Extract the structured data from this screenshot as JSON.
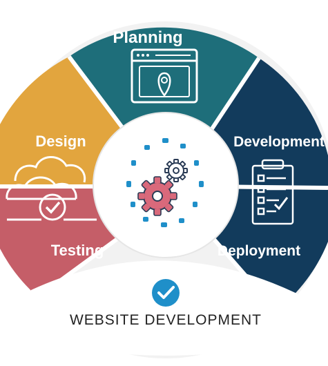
{
  "diagram": {
    "title": "WEBSITE DEVELOPMENT",
    "segments": [
      {
        "id": "planning",
        "label": "Planning",
        "color": "#1E6E7A",
        "icon": "browser-location-icon"
      },
      {
        "id": "development",
        "label": "Development",
        "color": "#123B5C",
        "icon": "code-icon"
      },
      {
        "id": "deployment",
        "label": "Deployment",
        "color": "#123B5C",
        "icon": "clipboard-checklist-icon"
      },
      {
        "id": "testing",
        "label": "Testing",
        "color": "#C55E68",
        "icon": "cloud-check-icon"
      },
      {
        "id": "design",
        "label": "Design",
        "color": "#E2A53E",
        "icon": "cloud-icon"
      }
    ],
    "center_icon": "gears-icon",
    "footer_icon": "check-badge-icon",
    "colors": {
      "planning": "#1E6E7A",
      "navy": "#123B5C",
      "testing": "#C55E68",
      "design": "#E2A53E",
      "accent_blue": "#1F8FC9",
      "gear_pink": "#D9697B",
      "outline": "#2A3B55"
    }
  }
}
